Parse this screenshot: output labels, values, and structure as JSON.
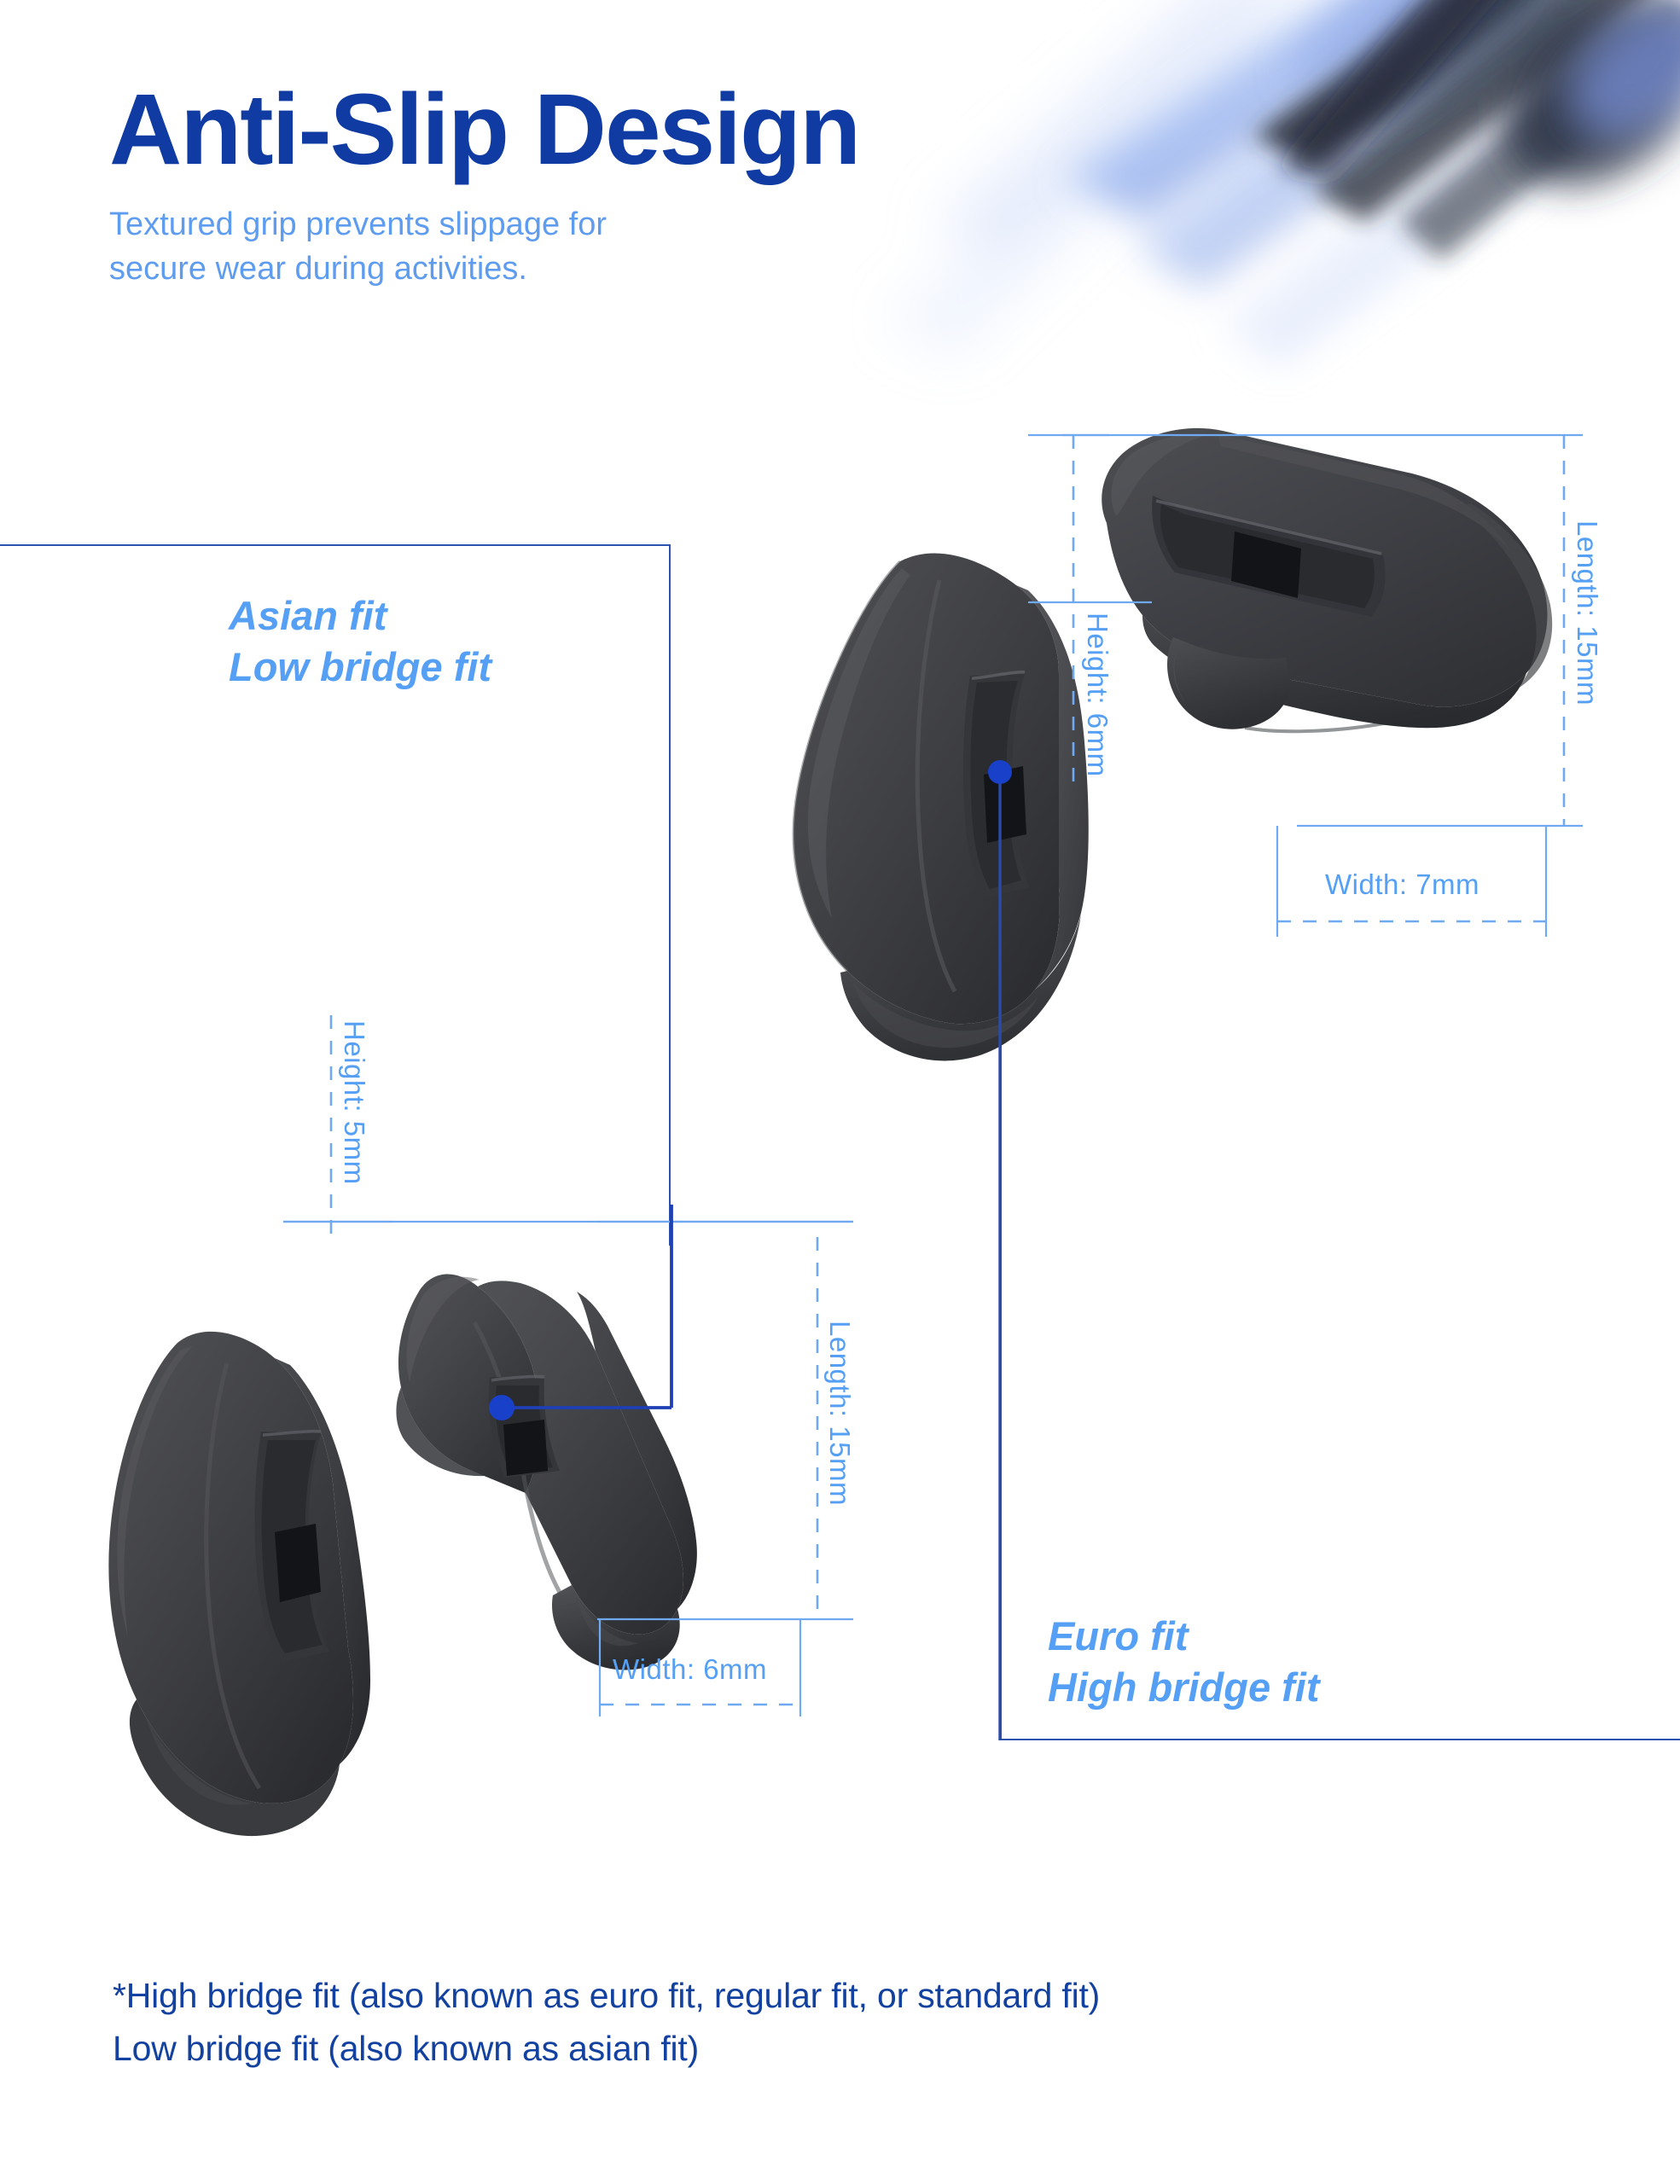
{
  "header": {
    "title": "Anti-Slip Design",
    "subtitle": "Textured grip prevents slippage for\nsecure wear during activities."
  },
  "decor": {
    "name": "abstract-motion-blur-streaks",
    "colors": [
      "#7E9BE8",
      "#3A4A6B",
      "#1E2430",
      "#C3D2F5"
    ]
  },
  "fits": [
    {
      "id": "asian",
      "label": "Asian fit\nLow bridge fit",
      "dimensions": {
        "height": "Height: 5mm",
        "width": "Width: 6mm",
        "length": "Length: 15mm"
      }
    },
    {
      "id": "euro",
      "label": "Euro fit\nHigh bridge fit",
      "dimensions": {
        "height": "Height: 6mm",
        "width": "Width: 7mm",
        "length": "Length: 15mm"
      }
    }
  ],
  "footnote": "*High bridge fit (also known as euro fit, regular fit, or standard fit)\n  Low bridge fit (also known as asian fit)",
  "colors": {
    "title_blue": "#0F3BA3",
    "subtitle_blue": "#5E9CF0",
    "fit_label_blue": "#55A0F5",
    "dim_text_blue": "#55A0F5",
    "frame_blue": "#2F52B0",
    "leader_blue": "#1A3FB8",
    "dot_blue": "#1840C8",
    "pad_dark": "#3C3C3E",
    "background": "#FFFFFF"
  }
}
